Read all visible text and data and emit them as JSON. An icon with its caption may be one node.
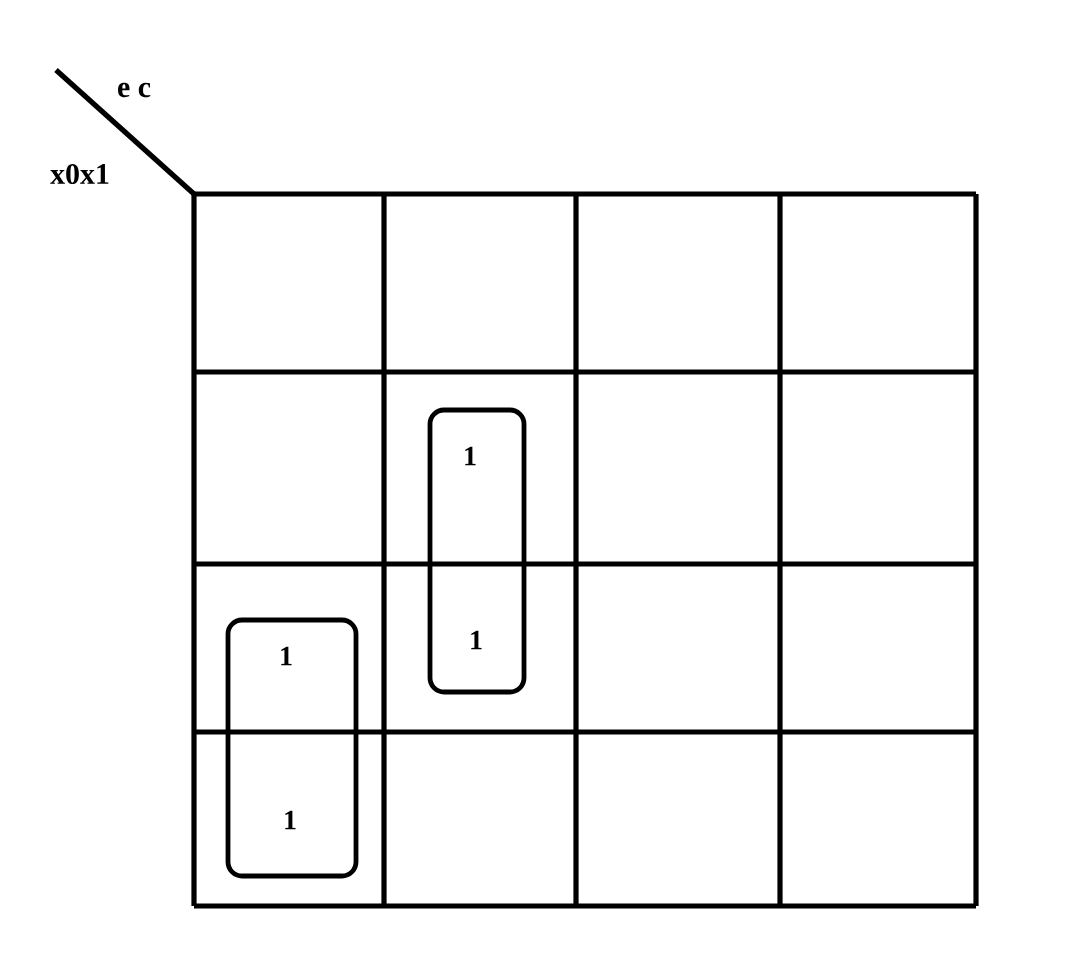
{
  "diagram": {
    "nodes": [
      {
        "text": [
          "1",
          "1"
        ]
      },
      {
        "text": [
          "1",
          "1"
        ]
      }
    ],
    "labels": [
      "e c",
      "x0x1"
    ]
  }
}
